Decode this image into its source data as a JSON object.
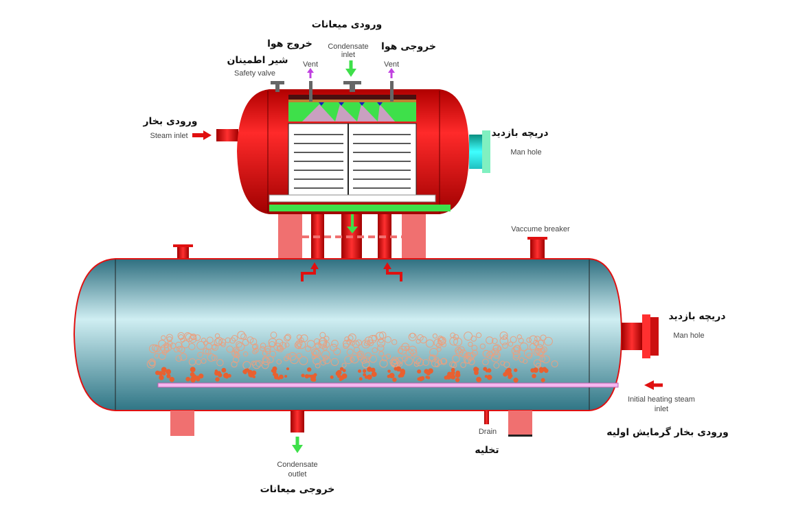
{
  "colors": {
    "red": "#e01010",
    "teal": "#3d8fa0",
    "green": "#3ee04a",
    "pink": "#f07070",
    "vent": "#c040e0"
  },
  "labels": {
    "condensate_inlet_fa": "ورودی میعانات",
    "condensate_inlet_en_1": "Condensate",
    "condensate_inlet_en_2": "inlet",
    "vent_left_fa": "خروج هوا",
    "vent_right_fa": "خروجی هوا",
    "vent_left_en": "Vent",
    "vent_right_en": "Vent",
    "safety_valve_fa": "شیر اطمینان",
    "safety_valve_en": "Safety valve",
    "steam_inlet_fa": "ورودی بخار",
    "steam_inlet_en": "Steam inlet",
    "manhole_top_fa": "دریچه بازدید",
    "manhole_top_en": "Man hole",
    "vacuum_breaker_en": "Vaccume breaker",
    "manhole_bottom_fa": "دریچه بازدید",
    "manhole_bottom_en": "Man hole",
    "heating_steam_en_1": "Initial heating steam",
    "heating_steam_en_2": "inlet",
    "heating_steam_fa": "ورودی بخار گرمایش اولیه",
    "drain_en": "Drain",
    "drain_fa": "تخلیه",
    "condensate_outlet_en_1": "Condensate",
    "condensate_outlet_en_2": "outlet",
    "condensate_outlet_fa": "خروجی میعانات"
  }
}
